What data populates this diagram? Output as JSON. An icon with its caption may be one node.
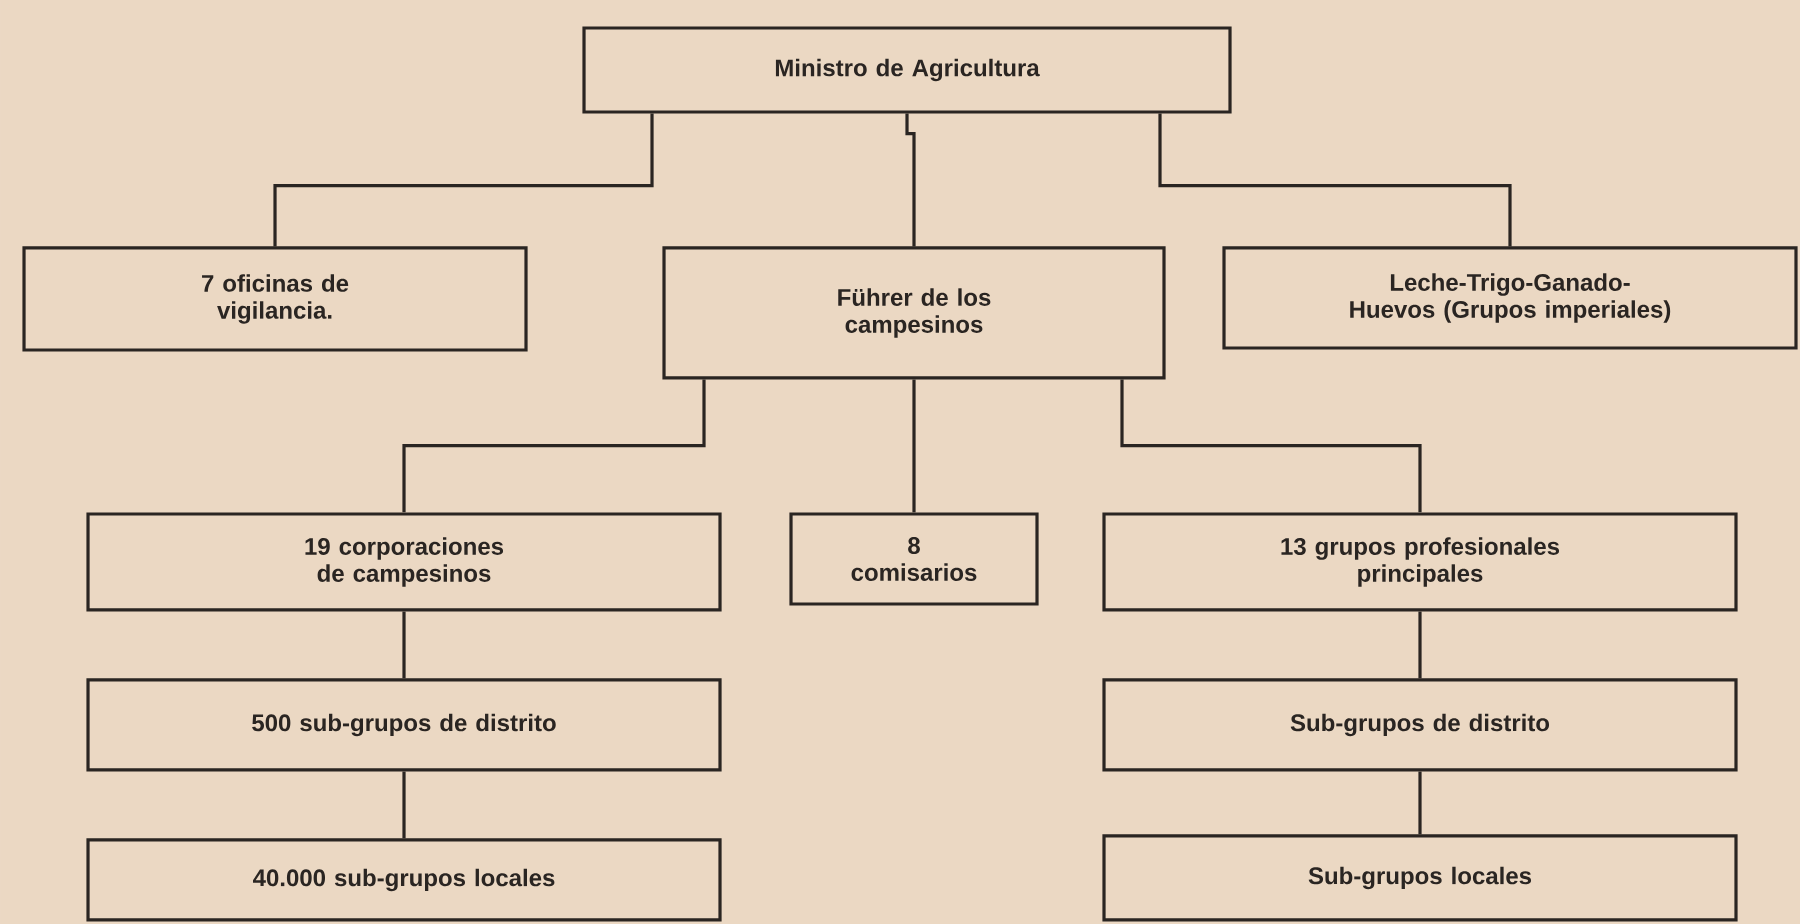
{
  "diagram": {
    "nodes": [
      {
        "text": [
          "Ministro de Agricultura"
        ]
      },
      {
        "text": [
          "7 oficinas de vigilancia."
        ]
      },
      {
        "text": [
          "Führer de los campesinos"
        ]
      },
      {
        "text": [
          "Leche-Trigo-Ganado-Huevos (Grupos imperiales)"
        ]
      },
      {
        "text": [
          "19 corporaciones de campesinos"
        ]
      },
      {
        "text": [
          "8 comisarios"
        ]
      },
      {
        "text": [
          "13 grupos profesionales principales"
        ]
      },
      {
        "text": [
          "500 sub-grupos de distrito"
        ]
      },
      {
        "text": [
          "Sub-grupos de distrito"
        ]
      },
      {
        "text": [
          "40.000 sub-grupos locales"
        ]
      },
      {
        "text": [
          "Sub-grupos locales"
        ]
      }
    ],
    "edges": [
      {
        "from": 0,
        "to": 1,
        "arrow": "none"
      },
      {
        "from": 0,
        "to": 2,
        "arrow": "none"
      },
      {
        "from": 0,
        "to": 3,
        "arrow": "none"
      },
      {
        "from": 2,
        "to": 4,
        "arrow": "none"
      },
      {
        "from": 2,
        "to": 5,
        "arrow": "none"
      },
      {
        "from": 2,
        "to": 6,
        "arrow": "none"
      },
      {
        "from": 4,
        "to": 7,
        "arrow": "none"
      },
      {
        "from": 7,
        "to": 9,
        "arrow": "none"
      },
      {
        "from": 6,
        "to": 8,
        "arrow": "none"
      },
      {
        "from": 8,
        "to": 10,
        "arrow": "none"
      }
    ]
  }
}
